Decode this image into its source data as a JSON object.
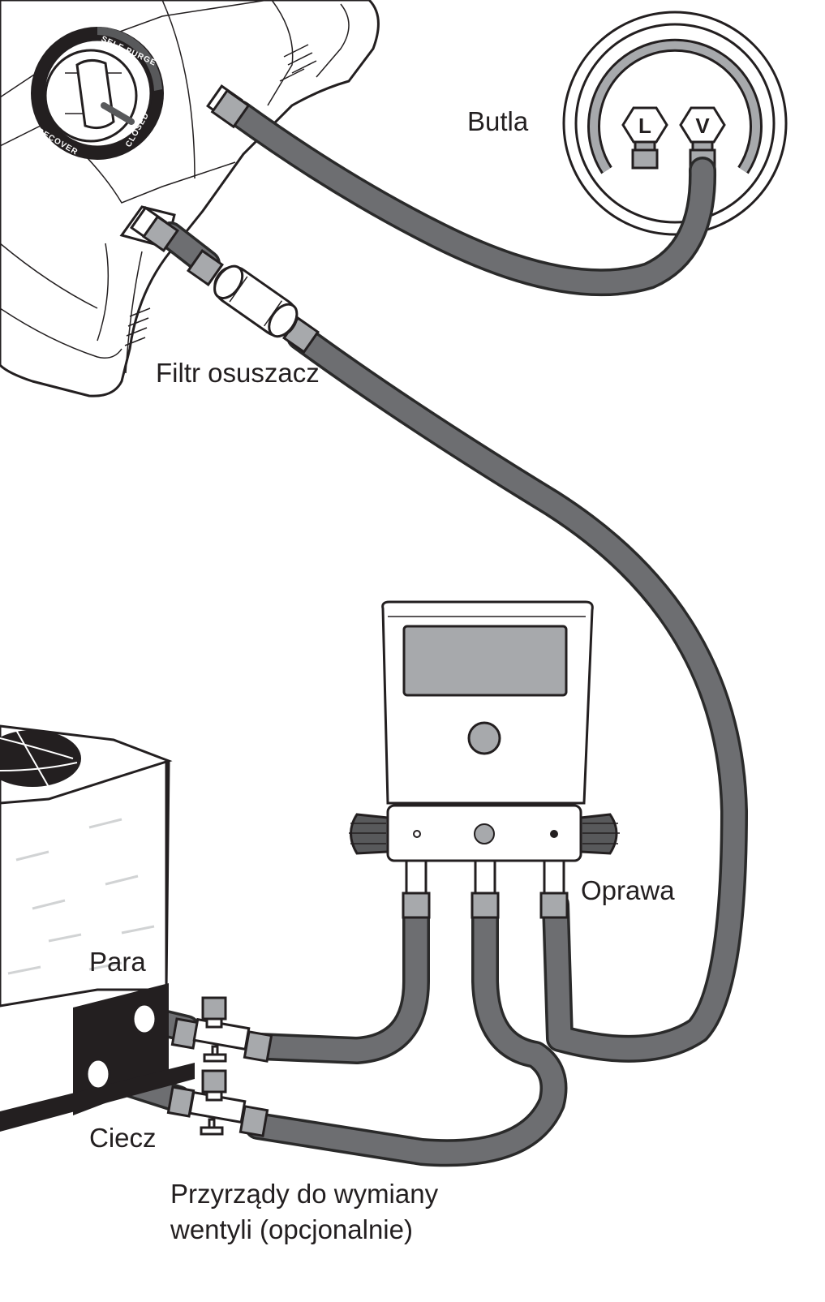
{
  "labels": {
    "cylinder": "Butla",
    "filter_drier": "Filtr osuszacz",
    "manifold": "Oprawa",
    "vapor": "Para",
    "liquid": "Ciecz",
    "valve_tools_line1": "Przyrządy do wymiany",
    "valve_tools_line2": "wentyli (opcjonalnie)"
  },
  "recovery_unit_dial": {
    "self_purge": "SELF PURGE",
    "closed": "CLOSED",
    "recover": "RECOVER"
  },
  "cylinder_valves": {
    "liquid": "L",
    "vapor": "V"
  },
  "colors": {
    "hose": "#6d6e71",
    "outline": "#231f20",
    "fitting": "#a7a9ac",
    "background": "#ffffff"
  }
}
